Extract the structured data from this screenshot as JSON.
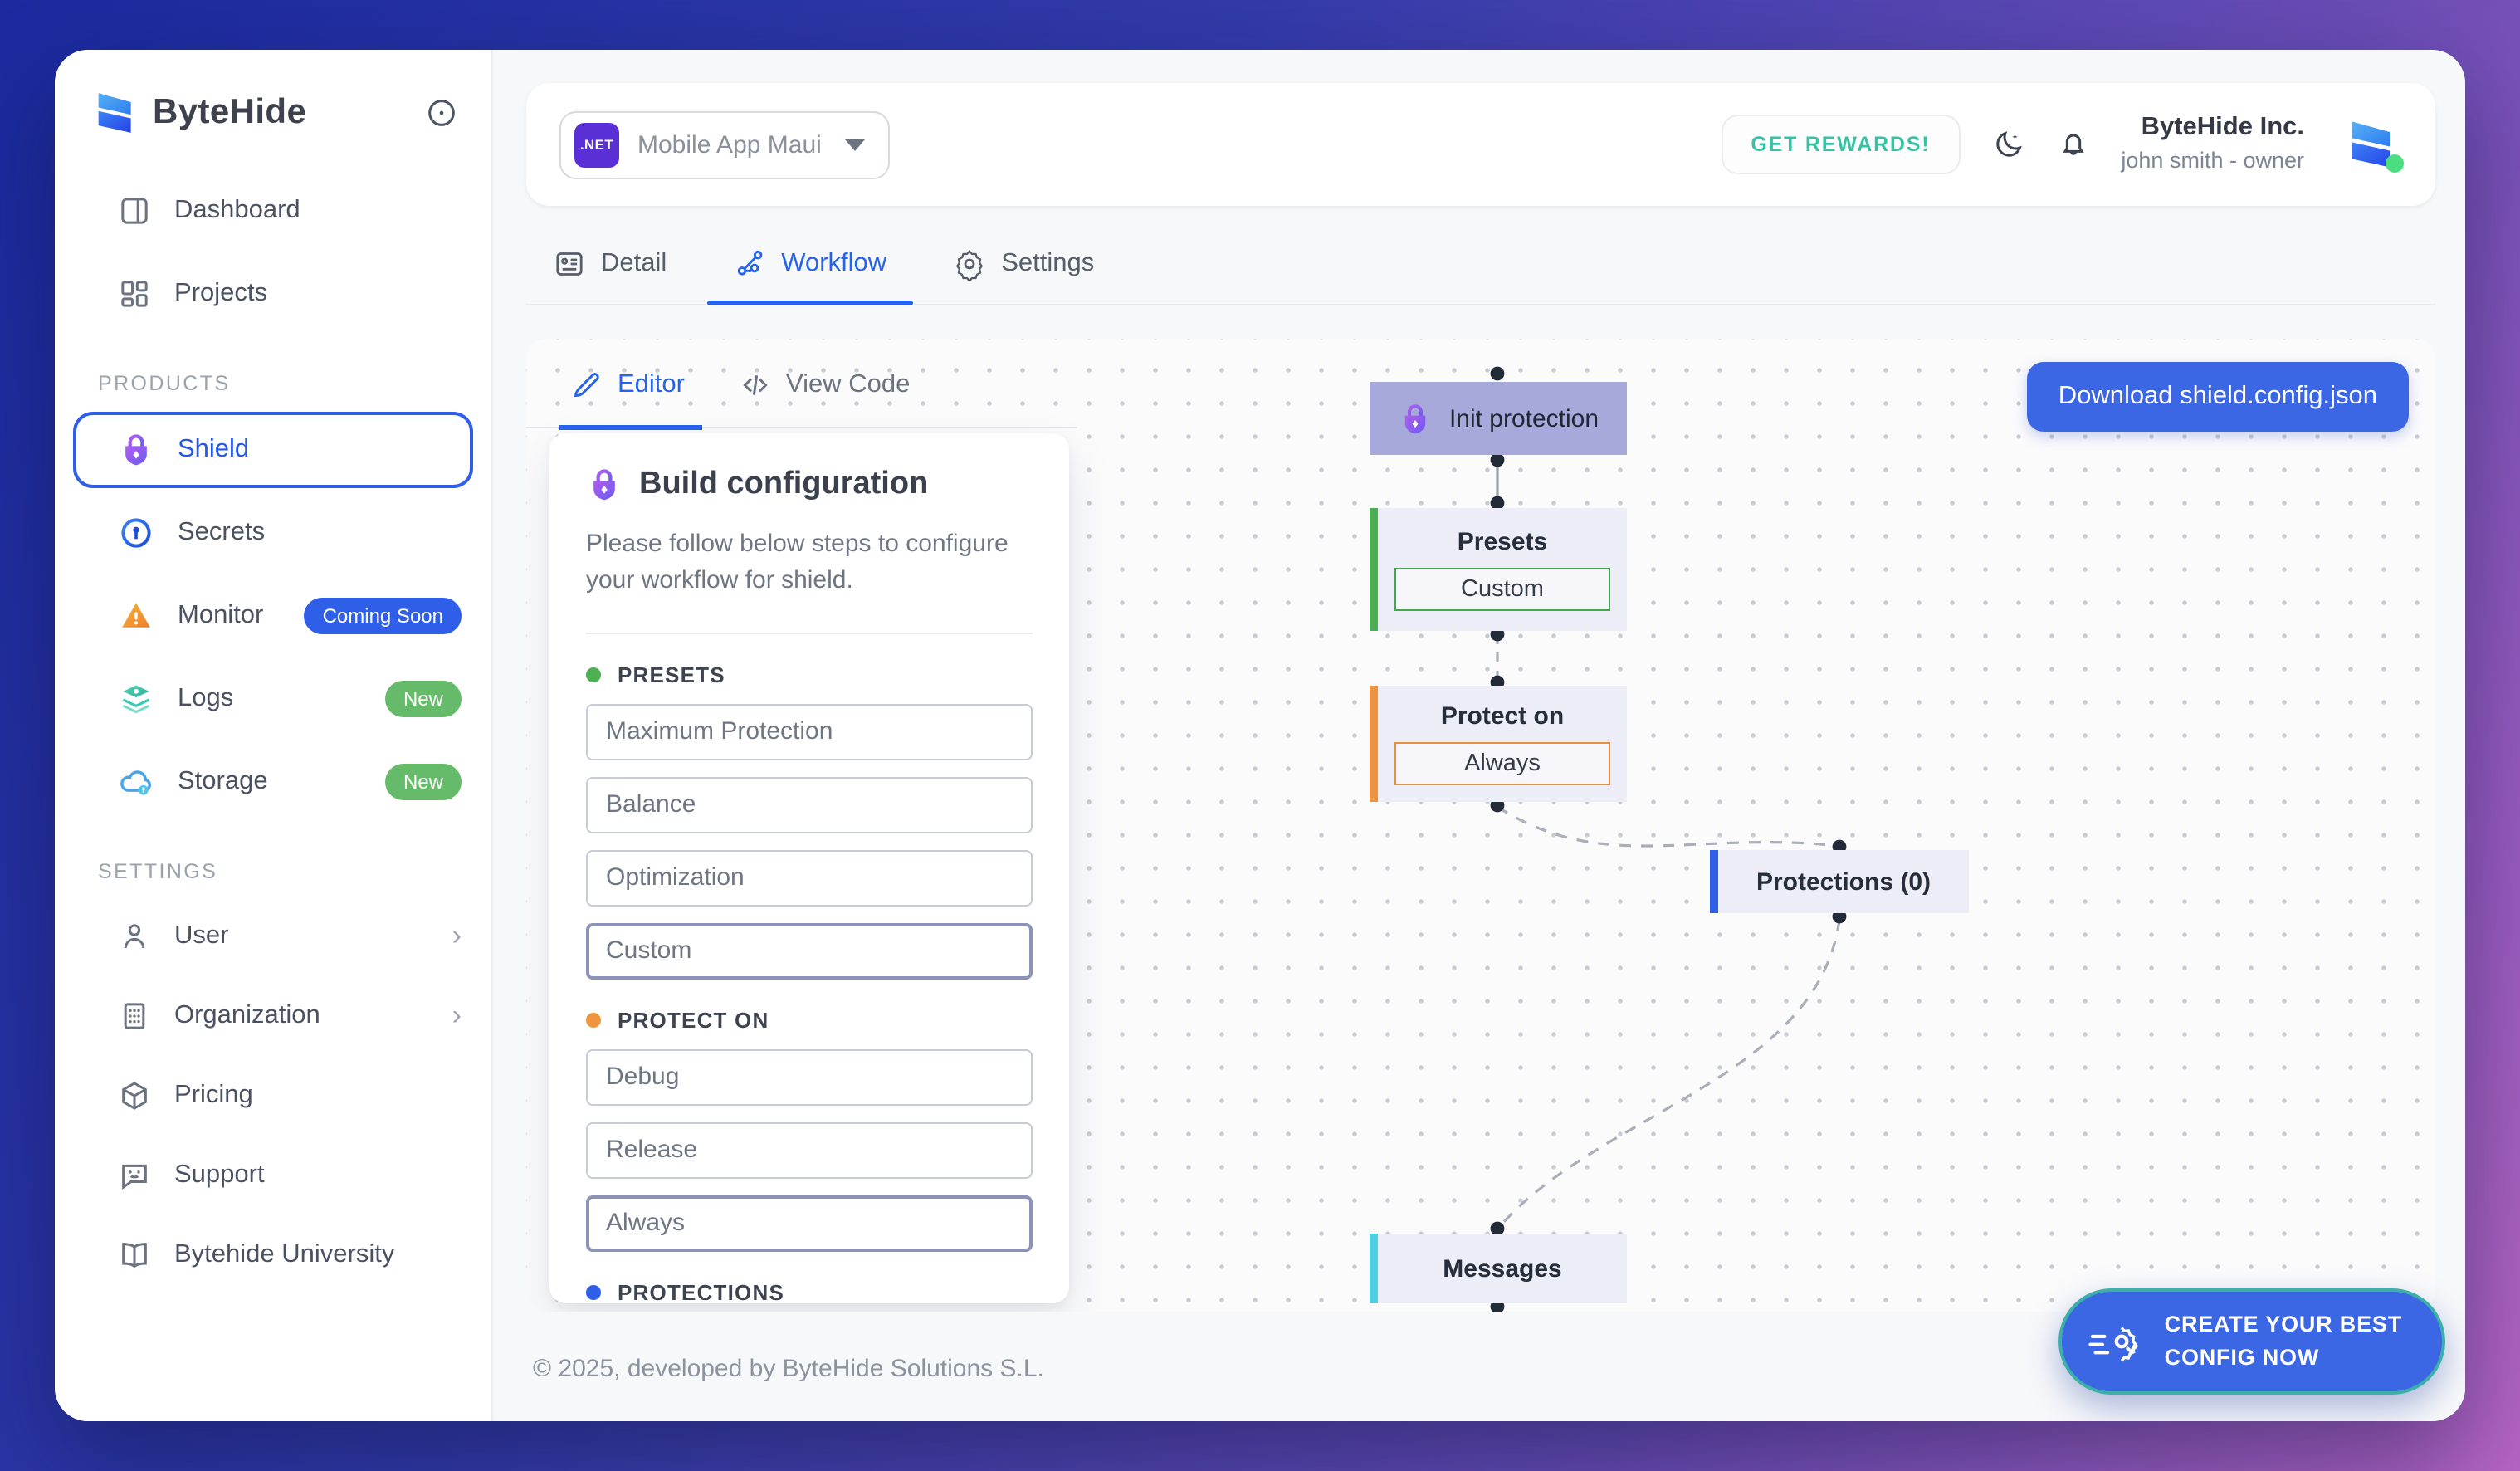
{
  "sidebar": {
    "brand": "ByteHide",
    "nav": [
      {
        "label": "Dashboard",
        "icon": "dashboard-icon"
      },
      {
        "label": "Projects",
        "icon": "projects-grid-icon"
      }
    ],
    "products_heading": "PRODUCTS",
    "products": [
      {
        "label": "Shield",
        "icon": "shield-lock-icon",
        "active": true
      },
      {
        "label": "Secrets",
        "icon": "secrets-keyhole-icon"
      },
      {
        "label": "Monitor",
        "icon": "warning-triangle-icon",
        "badge": "Coming Soon",
        "badge_color": "#2f5fe8"
      },
      {
        "label": "Logs",
        "icon": "layers-icon",
        "badge": "New",
        "badge_color": "#66bb6a"
      },
      {
        "label": "Storage",
        "icon": "cloud-icon",
        "badge": "New",
        "badge_color": "#66bb6a"
      }
    ],
    "settings_heading": "SETTINGS",
    "settings": [
      {
        "label": "User",
        "icon": "user-icon",
        "chevron": "›"
      },
      {
        "label": "Organization",
        "icon": "building-icon",
        "chevron": "›"
      },
      {
        "label": "Pricing",
        "icon": "cube-icon"
      },
      {
        "label": "Support",
        "icon": "chat-icon"
      },
      {
        "label": "Bytehide University",
        "icon": "book-icon"
      }
    ]
  },
  "header": {
    "project_selector": {
      "badge": ".NET",
      "label": "Mobile App Maui"
    },
    "rewards_button": "GET REWARDS!",
    "org_name": "ByteHide Inc.",
    "user_role": "john smith - owner"
  },
  "tabs": [
    {
      "label": "Detail",
      "icon": "id-card-icon"
    },
    {
      "label": "Workflow",
      "icon": "workflow-icon",
      "active": true
    },
    {
      "label": "Settings",
      "icon": "gear-icon"
    }
  ],
  "workflow": {
    "editor_tabs": [
      {
        "label": "Editor",
        "icon": "pen-icon",
        "active": true
      },
      {
        "label": "View Code",
        "icon": "code-icon"
      }
    ],
    "panel": {
      "title": "Build configuration",
      "description": "Please follow below steps to configure your workflow for shield.",
      "sections": [
        {
          "heading": "PRESETS",
          "dot_color": "#4caf50",
          "options": [
            "Maximum Protection",
            "Balance",
            "Optimization",
            "Custom"
          ],
          "selected": "Custom"
        },
        {
          "heading": "PROTECT ON",
          "dot_color": "#f0953f",
          "options": [
            "Debug",
            "Release",
            "Always"
          ],
          "selected": "Always"
        },
        {
          "heading": "PROTECTIONS",
          "dot_color": "#2f5fe8",
          "options": [],
          "selected": null
        }
      ]
    },
    "download_button": "Download shield.config.json",
    "nodes": [
      {
        "title": "Init protection",
        "color": "#a7a9da"
      },
      {
        "title": "Presets",
        "value": "Custom",
        "accent": "#4cae54"
      },
      {
        "title": "Protect on",
        "value": "Always",
        "accent": "#ee9440"
      },
      {
        "title": "Protections (0)",
        "accent": "#2f5fe8"
      },
      {
        "title": "Messages",
        "accent": "#4dd0e1"
      }
    ]
  },
  "cta": {
    "line1": "CREATE YOUR BEST",
    "line2": "CONFIG NOW"
  },
  "footer": "© 2025, developed by ByteHide Solutions S.L.",
  "colors": {
    "accent_blue": "#2563eb",
    "teal": "#35c3a3",
    "init_node": "#a7a9da",
    "gradient": [
      "#1b2a9e",
      "#3a36ab",
      "#6a4db6",
      "#b866c6"
    ]
  }
}
